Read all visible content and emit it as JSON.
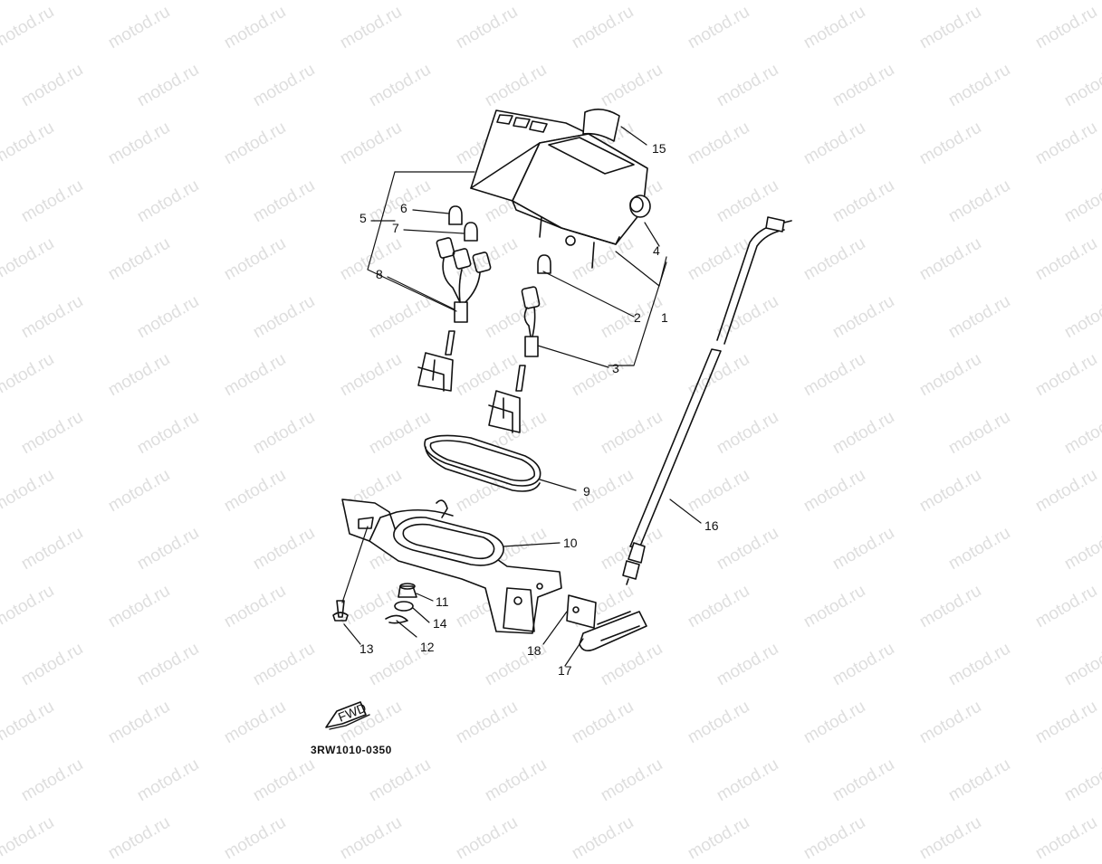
{
  "watermark": {
    "text": "motod.ru"
  },
  "diagram_code": "3RW1010-0350",
  "fwd_label": "FWD",
  "callouts": [
    {
      "id": "c1",
      "label": "1"
    },
    {
      "id": "c2",
      "label": "2"
    },
    {
      "id": "c3",
      "label": "3"
    },
    {
      "id": "c4",
      "label": "4"
    },
    {
      "id": "c5",
      "label": "5"
    },
    {
      "id": "c6",
      "label": "6"
    },
    {
      "id": "c7",
      "label": "7"
    },
    {
      "id": "c8",
      "label": "8"
    },
    {
      "id": "c9",
      "label": "9"
    },
    {
      "id": "c10",
      "label": "10"
    },
    {
      "id": "c11",
      "label": "11"
    },
    {
      "id": "c12",
      "label": "12"
    },
    {
      "id": "c13",
      "label": "13"
    },
    {
      "id": "c14",
      "label": "14"
    },
    {
      "id": "c15",
      "label": "15"
    },
    {
      "id": "c16",
      "label": "16"
    },
    {
      "id": "c17",
      "label": "17"
    },
    {
      "id": "c18",
      "label": "18"
    }
  ]
}
